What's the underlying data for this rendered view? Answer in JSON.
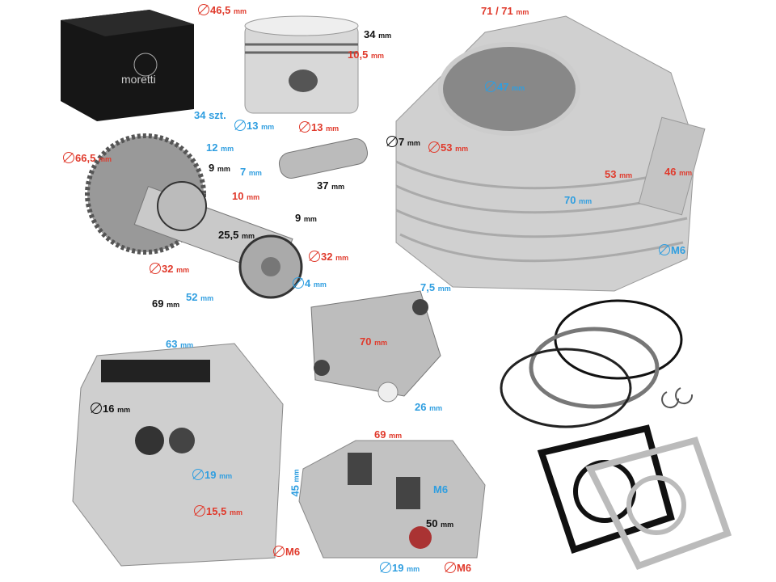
{
  "brand": "moretti",
  "colors": {
    "red_annotation": "#e03a2c",
    "blue_annotation": "#2f9ee0",
    "black_annotation": "#111111",
    "aluminium": "#c8c8c8"
  },
  "piston": {
    "diameter": "46,5",
    "height": "34",
    "ring_zone": "10,5",
    "pin_hole": "13",
    "unit": "mm"
  },
  "pin": {
    "diameter": "13",
    "length": "37",
    "unit": "mm"
  },
  "camshaft": {
    "teeth": "34 szt.",
    "sprocket_diameter": "66,5",
    "d12": "12",
    "w9a": "9",
    "d7": "7",
    "d10": "10",
    "lobe": "25,5",
    "w9b": "9",
    "bearing_right": "32",
    "bearing_left": "32",
    "bore": "4",
    "len52": "52",
    "len69": "69",
    "unit": "mm"
  },
  "cylinder": {
    "stud_spacing": "71 / 71",
    "bore": "47",
    "hole": "7",
    "spigot": "53",
    "height53": "53",
    "height70": "70",
    "side": "46",
    "thread": "M6",
    "unit": "mm"
  },
  "rocker": {
    "hole": "7,5",
    "span": "70",
    "width": "26",
    "unit": "mm"
  },
  "head": {
    "spacing": "63",
    "valve_in": "16",
    "valve_ex": "19",
    "height": "45",
    "port": "15,5",
    "thread": "M6",
    "unit": "mm"
  },
  "head2": {
    "width": "69",
    "thread_top": "M6",
    "exhaust": "50",
    "port": "19",
    "thread_bottom": "M6",
    "unit": "mm"
  }
}
